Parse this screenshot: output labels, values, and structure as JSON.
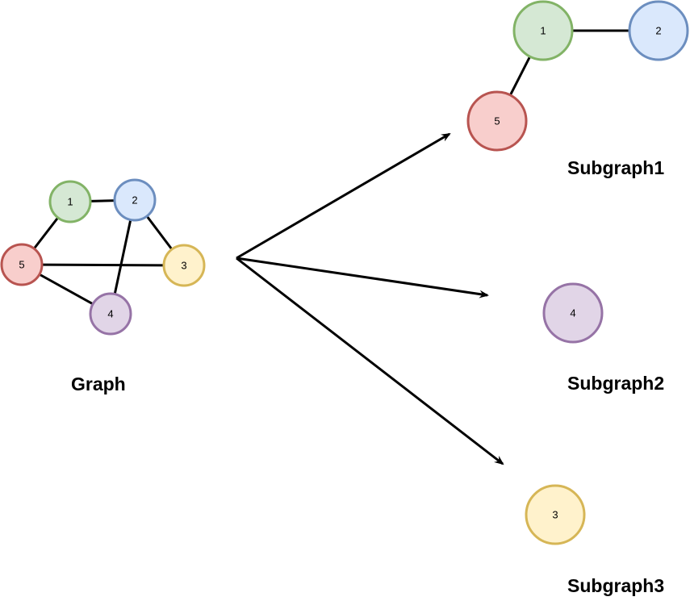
{
  "colors": {
    "green": {
      "fill": "#d5e8d4",
      "stroke": "#82b366"
    },
    "blue": {
      "fill": "#dae8fc",
      "stroke": "#6c8ebf"
    },
    "yellow": {
      "fill": "#fff2cc",
      "stroke": "#d6b656"
    },
    "purple": {
      "fill": "#e1d5e7",
      "stroke": "#9673a6"
    },
    "red": {
      "fill": "#f8cecc",
      "stroke": "#b85450"
    },
    "line": "#000000"
  },
  "graph": {
    "label": "Graph",
    "nodes": [
      {
        "id": "1",
        "label": "1",
        "color": "green"
      },
      {
        "id": "2",
        "label": "2",
        "color": "blue"
      },
      {
        "id": "3",
        "label": "3",
        "color": "yellow"
      },
      {
        "id": "4",
        "label": "4",
        "color": "purple"
      },
      {
        "id": "5",
        "label": "5",
        "color": "red"
      }
    ],
    "edges": [
      [
        "1",
        "2"
      ],
      [
        "1",
        "5"
      ],
      [
        "2",
        "3"
      ],
      [
        "2",
        "4"
      ],
      [
        "5",
        "3"
      ],
      [
        "5",
        "4"
      ]
    ]
  },
  "subgraph1": {
    "label": "Subgraph1",
    "nodes": [
      {
        "id": "1",
        "label": "1",
        "color": "green"
      },
      {
        "id": "2",
        "label": "2",
        "color": "blue"
      },
      {
        "id": "5",
        "label": "5",
        "color": "red"
      }
    ],
    "edges": [
      [
        "1",
        "2"
      ],
      [
        "1",
        "5"
      ]
    ]
  },
  "subgraph2": {
    "label": "Subgraph2",
    "nodes": [
      {
        "id": "4",
        "label": "4",
        "color": "purple"
      }
    ]
  },
  "subgraph3": {
    "label": "Subgraph3",
    "nodes": [
      {
        "id": "3",
        "label": "3",
        "color": "yellow"
      }
    ]
  }
}
